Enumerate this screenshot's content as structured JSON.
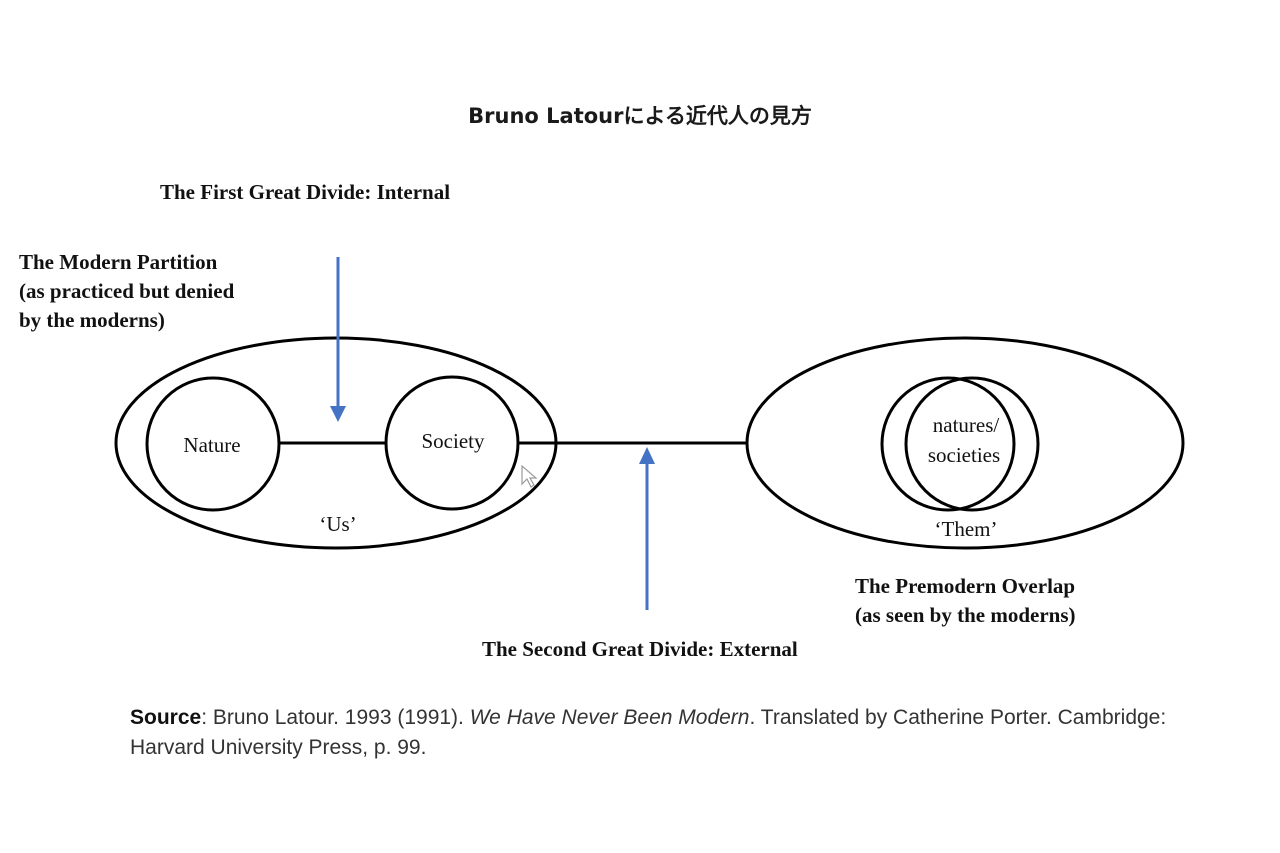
{
  "title": "Bruno Latourによる近代人の見方",
  "labels": {
    "first_divide": "The First Great Divide: Internal",
    "modern_partition": [
      "The Modern Partition",
      "(as practiced but denied",
      "by the moderns)"
    ],
    "premodern_overlap": [
      "The Premodern Overlap",
      "(as seen by the moderns)"
    ],
    "second_divide": "The Second Great Divide: External"
  },
  "nodes": {
    "nature": "Nature",
    "society": "Society",
    "us": "‘Us’",
    "natures_societies": [
      "natures/",
      "societies"
    ],
    "them": "‘Them’"
  },
  "colors": {
    "arrow": "#4472C4",
    "line": "#000000"
  },
  "source": {
    "label": "Source",
    "text_before": ": Bruno Latour. 1993 (1991). ",
    "book_title": "We Have Never Been Modern",
    "text_after": ". Translated by Catherine Porter. Cambridge: Harvard University Press, p. 99."
  }
}
